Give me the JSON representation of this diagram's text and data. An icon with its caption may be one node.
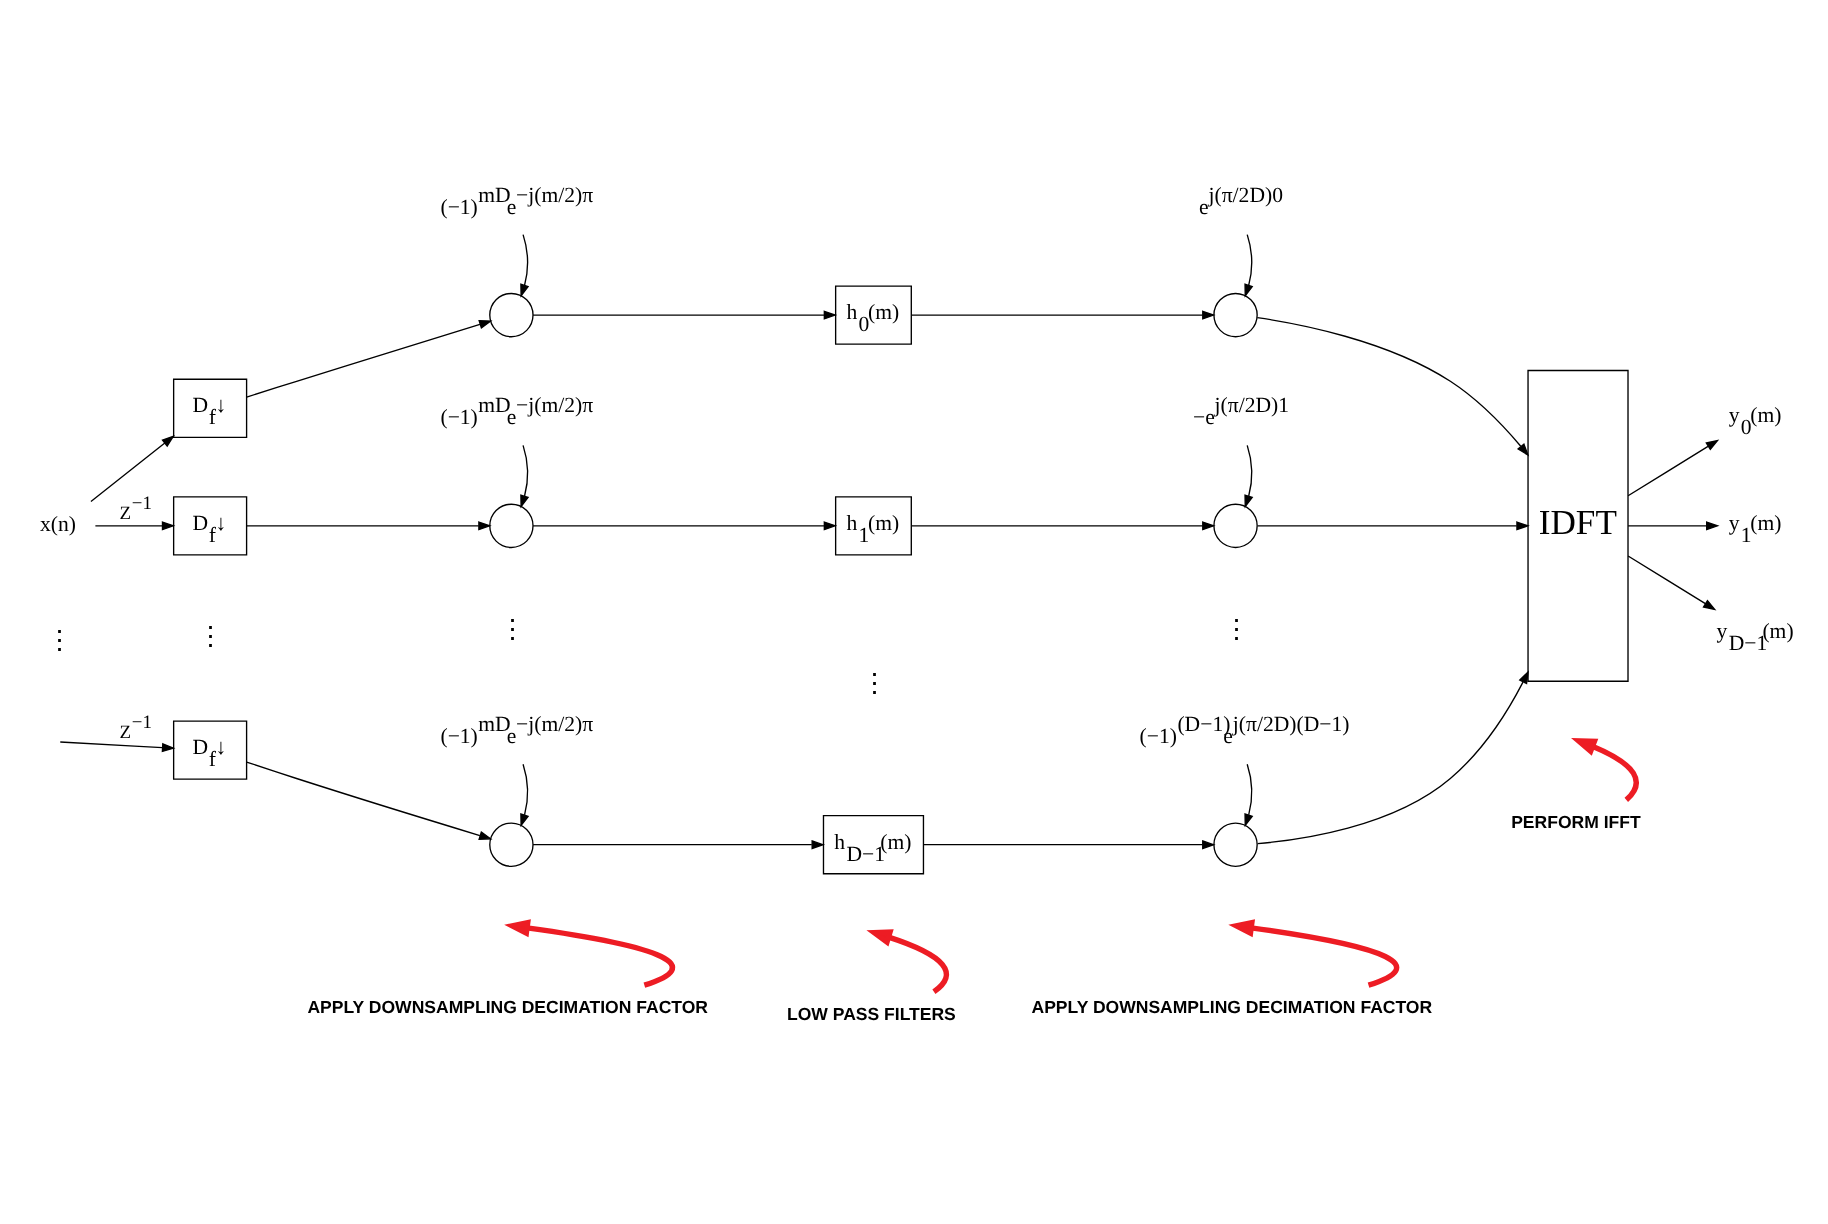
{
  "diagram": {
    "nodes": [
      {
        "text": [
          "x(n)"
        ]
      },
      {
        "text": [
          "D$_{f}$↓"
        ]
      },
      {
        "text": [],
        "shape": "circle"
      },
      {
        "text": [
          "h$_{0}$(m)"
        ]
      },
      {
        "text": [],
        "shape": "circle"
      },
      {
        "text": [
          "D$_{f}$↓"
        ]
      },
      {
        "text": [],
        "shape": "circle"
      },
      {
        "text": [
          "h$_{1}$(m)"
        ]
      },
      {
        "text": [],
        "shape": "circle"
      },
      {
        "text": [
          "D$_{f}$↓"
        ]
      },
      {
        "text": [],
        "shape": "circle"
      },
      {
        "text": [
          "h$_{D−1}$(m)"
        ]
      },
      {
        "text": [],
        "shape": "circle"
      },
      {
        "text": [
          "IDFT"
        ]
      },
      {
        "text": [
          "y$_{0}$(m)"
        ]
      },
      {
        "text": [
          "y$_{1}$(m)"
        ]
      },
      {
        "text": [
          "y$_{D−1}$(m)"
        ]
      },
      {
        "text": [
          "(−1)$^{mD}$e$^{−j(m/2)π}$"
        ]
      },
      {
        "text": [
          "e$^{j(π/2D)0}$"
        ]
      },
      {
        "text": [
          "(−1)$^{mD}$e$^{−j(m/2)π}$"
        ]
      },
      {
        "text": [
          "−e$^{j(π/2D)1}$"
        ]
      },
      {
        "text": [
          "(−1)$^{mD}$e$^{−j(m/2)π}$"
        ]
      },
      {
        "text": [
          "(−1)$^{(D−1)}$e$^{j(π/2D)(D−1)}$"
        ]
      },
      {
        "text": [
          "APPLY DOWNSAMPLING DECIMATION FACTOR"
        ]
      },
      {
        "text": [
          "LOW PASS FILTERS"
        ]
      },
      {
        "text": [
          "APPLY DOWNSAMPLING DECIMATION FACTOR"
        ]
      },
      {
        "text": [
          "PERFORM IFFT"
        ]
      }
    ],
    "edges": [
      {
        "from": 0,
        "to": 1,
        "arrow": "to"
      },
      {
        "from": 0,
        "to": 5,
        "arrow": "to",
        "label": "Z$^{−1}$"
      },
      {
        "from": null,
        "to": 9,
        "arrow": "to",
        "label": "Z$^{−1}$"
      },
      {
        "from": 1,
        "to": 2,
        "arrow": "to"
      },
      {
        "from": 2,
        "to": 3,
        "arrow": "to"
      },
      {
        "from": 3,
        "to": 4,
        "arrow": "to"
      },
      {
        "from": 4,
        "to": 13,
        "arrow": "to"
      },
      {
        "from": 5,
        "to": 6,
        "arrow": "to"
      },
      {
        "from": 6,
        "to": 7,
        "arrow": "to"
      },
      {
        "from": 7,
        "to": 8,
        "arrow": "to"
      },
      {
        "from": 8,
        "to": 13,
        "arrow": "to"
      },
      {
        "from": 9,
        "to": 10,
        "arrow": "to"
      },
      {
        "from": 10,
        "to": 11,
        "arrow": "to"
      },
      {
        "from": 11,
        "to": 12,
        "arrow": "to"
      },
      {
        "from": 12,
        "to": 13,
        "arrow": "to"
      },
      {
        "from": 13,
        "to": 14,
        "arrow": "to"
      },
      {
        "from": 13,
        "to": 15,
        "arrow": "to"
      },
      {
        "from": 13,
        "to": 16,
        "arrow": "to"
      },
      {
        "from": 17,
        "to": 2,
        "arrow": "to"
      },
      {
        "from": 18,
        "to": 4,
        "arrow": "to"
      },
      {
        "from": 19,
        "to": 6,
        "arrow": "to"
      },
      {
        "from": 20,
        "to": 8,
        "arrow": "to"
      },
      {
        "from": 21,
        "to": 10,
        "arrow": "to"
      },
      {
        "from": 22,
        "to": 12,
        "arrow": "to"
      },
      {
        "from": 23,
        "to": null,
        "arrow": "to",
        "style": "thick",
        "color": "#ed1c24"
      },
      {
        "from": 24,
        "to": null,
        "arrow": "to",
        "style": "thick",
        "color": "#ed1c24"
      },
      {
        "from": 25,
        "to": null,
        "arrow": "to",
        "style": "thick",
        "color": "#ed1c24"
      },
      {
        "from": 26,
        "to": null,
        "arrow": "to",
        "style": "thick",
        "color": "#ed1c24"
      }
    ],
    "labels": [
      "⋮",
      "⋮",
      "⋮",
      "⋮",
      "⋮"
    ]
  }
}
